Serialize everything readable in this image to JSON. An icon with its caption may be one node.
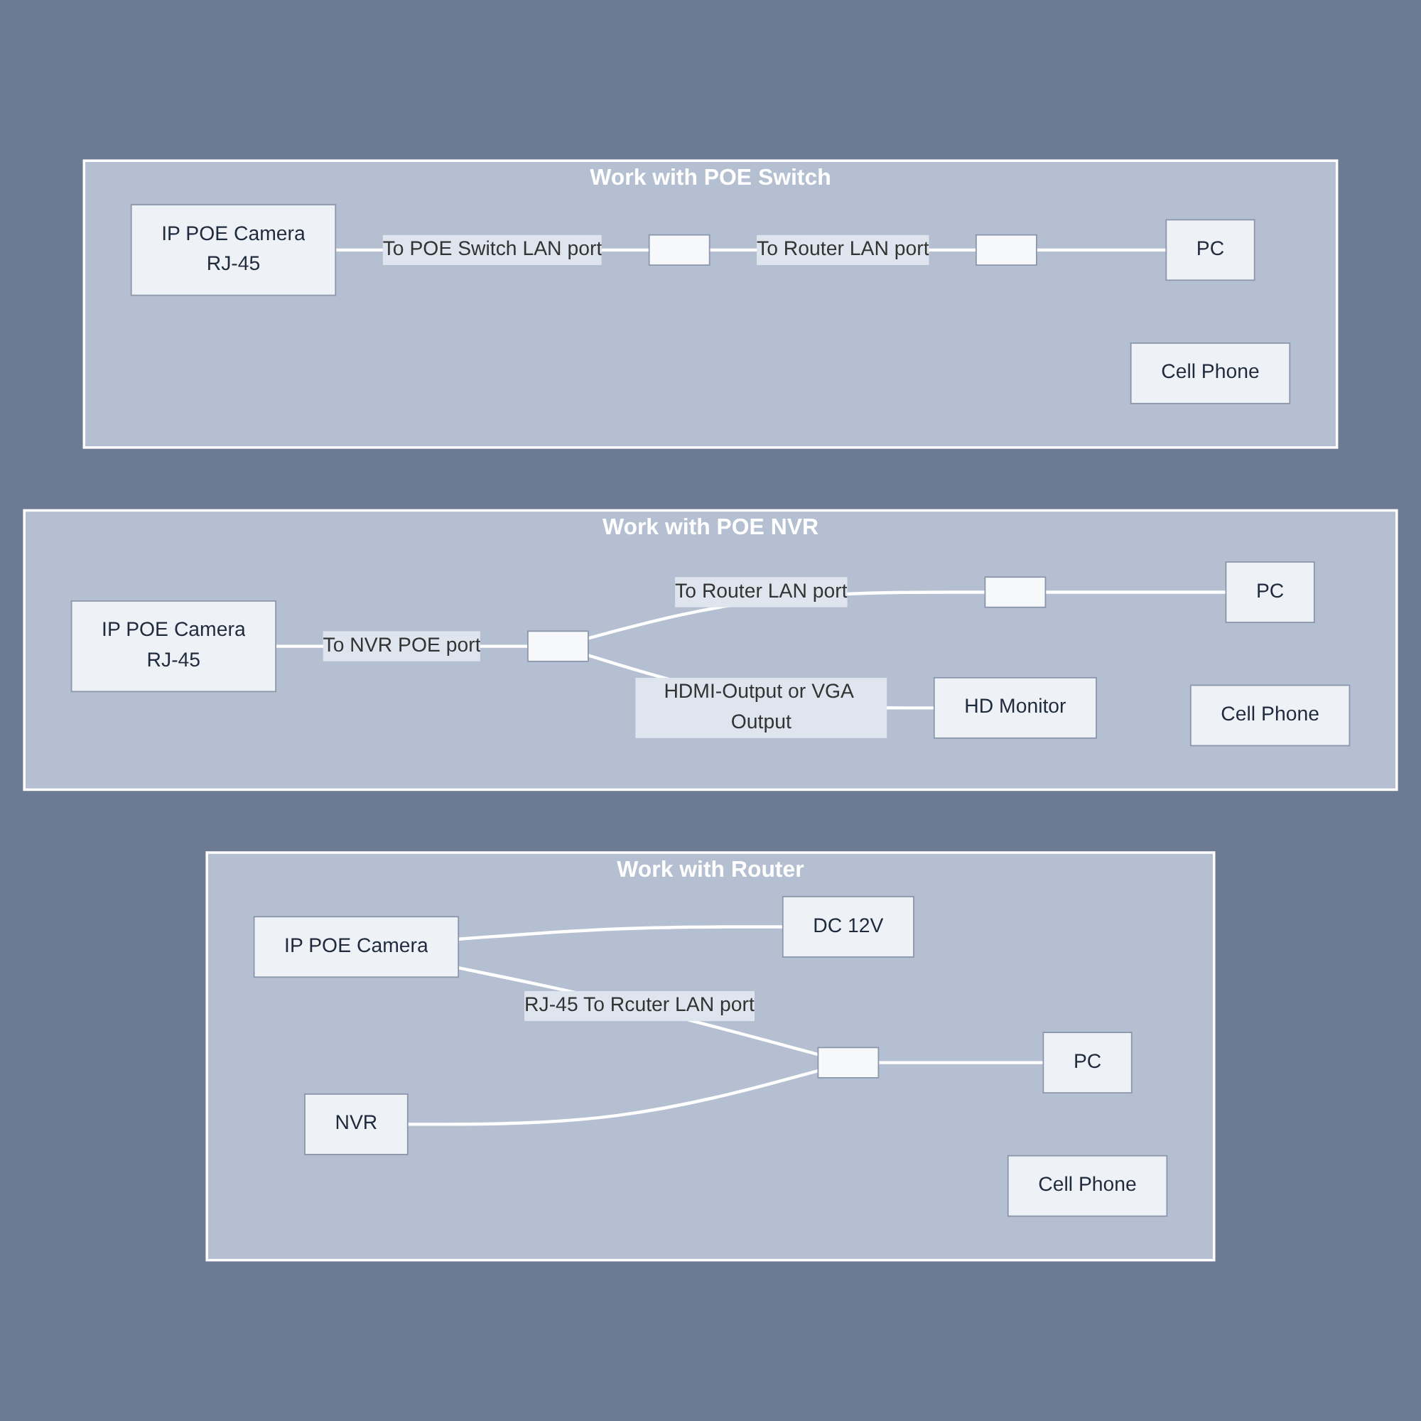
{
  "diagram": {
    "nodes": [
      {
        "text": [
          "Work with POE Switch"
        ]
      },
      {
        "text": [
          "IP POE Camera",
          "RJ-45"
        ],
        "in": 0
      },
      {
        "text": [],
        "shape": "box",
        "in": 0
      },
      {
        "text": [],
        "shape": "box",
        "in": 0
      },
      {
        "text": [
          "Cell Phone"
        ],
        "in": 0
      },
      {
        "text": [
          "PC"
        ],
        "in": 0
      },
      {
        "text": [
          "Work with POE NVR"
        ]
      },
      {
        "text": [
          "IP POE Camera",
          "RJ-45"
        ],
        "in": 6
      },
      {
        "text": [],
        "shape": "box",
        "in": 6
      },
      {
        "text": [],
        "shape": "box",
        "in": 6
      },
      {
        "text": [
          "Cell Phone"
        ],
        "in": 6
      },
      {
        "text": [
          "PC"
        ],
        "in": 6
      },
      {
        "text": [
          "HD Monitor"
        ],
        "in": 6
      },
      {
        "text": [
          "Work with Router"
        ]
      },
      {
        "text": [
          "IP POE Camera"
        ],
        "in": 13
      },
      {
        "text": [
          "DC 12V"
        ],
        "in": 13
      },
      {
        "text": [
          "NVR"
        ],
        "in": 13
      },
      {
        "text": [],
        "shape": "box",
        "in": 13
      },
      {
        "text": [
          "Cell Phone"
        ],
        "in": 13
      },
      {
        "text": [
          "PC"
        ],
        "in": 13
      }
    ],
    "edges": [
      {
        "from": 1,
        "to": 2,
        "arrow": "none",
        "label": "To POE Switch LAN port"
      },
      {
        "from": 2,
        "to": 3,
        "arrow": "none",
        "label": "To Router LAN port"
      },
      {
        "from": 3,
        "to": 5,
        "arrow": "none"
      },
      {
        "from": 7,
        "to": 8,
        "arrow": "none",
        "label": "To NVR POE port"
      },
      {
        "from": 8,
        "to": 9,
        "arrow": "none",
        "label": "To Router LAN port"
      },
      {
        "from": 9,
        "to": 11,
        "arrow": "none"
      },
      {
        "from": 8,
        "to": 12,
        "arrow": "none",
        "label": "HDMI-Output or VGA Output"
      },
      {
        "from": 14,
        "to": 15,
        "arrow": "none"
      },
      {
        "from": 14,
        "to": 17,
        "arrow": "none",
        "label": "RJ-45 To Rcuter LAN port"
      },
      {
        "from": 16,
        "to": 17,
        "arrow": "none"
      },
      {
        "from": 17,
        "to": 19,
        "arrow": "none"
      }
    ]
  }
}
